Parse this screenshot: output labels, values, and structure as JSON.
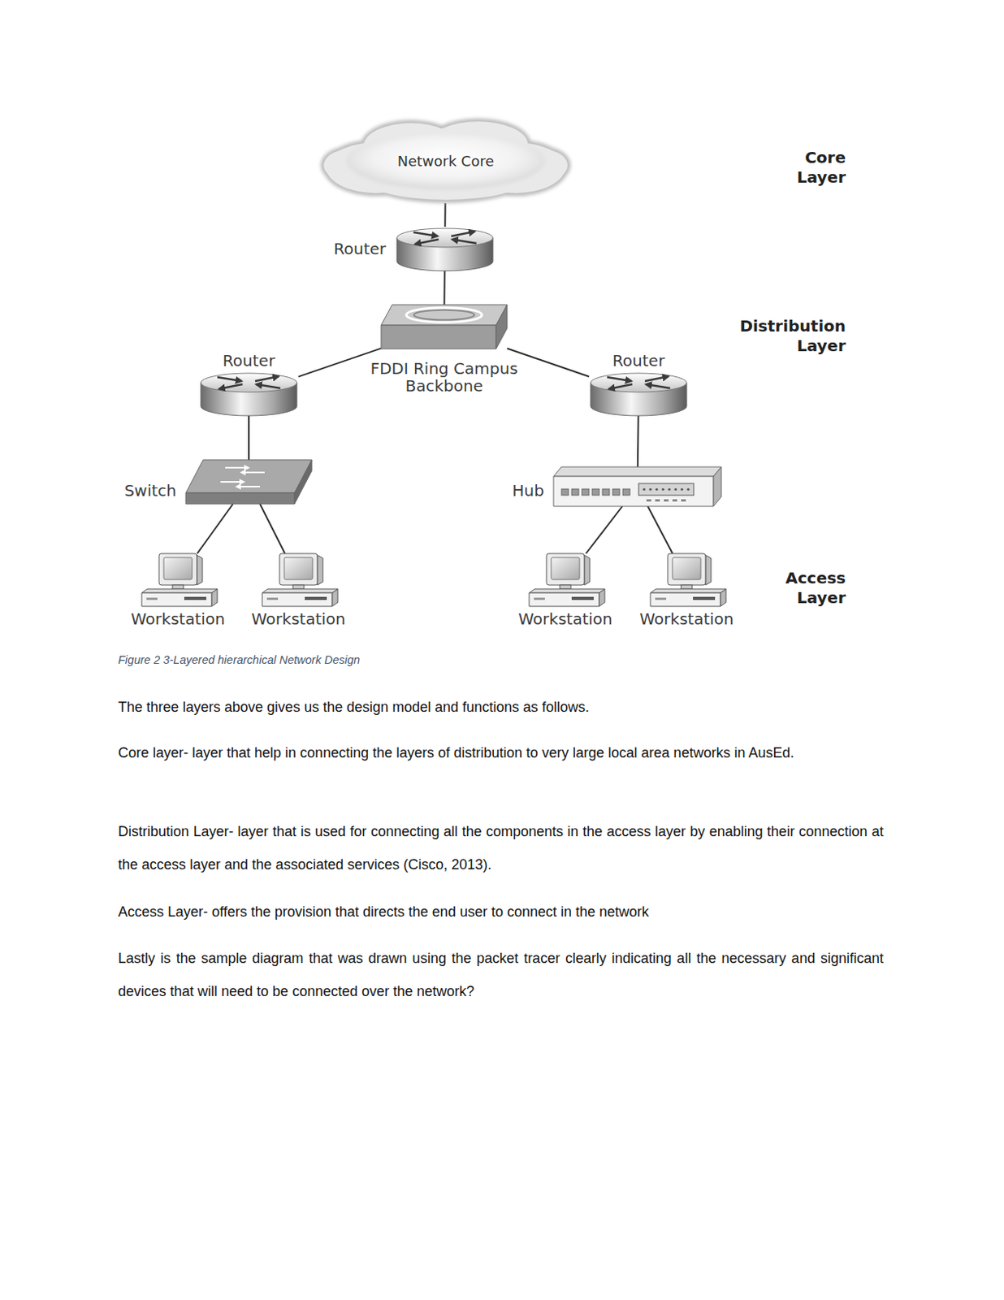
{
  "diagram": {
    "caption": "Figure 2 3-Layered hierarchical Network Design",
    "nodes": [
      {
        "text": [
          "Network Core"
        ]
      },
      {
        "text": [
          "Router"
        ]
      },
      {
        "text": [
          "FDDI Ring Campus Backbone"
        ]
      },
      {
        "text": [
          "Router"
        ]
      },
      {
        "text": [
          "Router"
        ]
      },
      {
        "text": [
          "Switch"
        ]
      },
      {
        "text": [
          "Hub"
        ]
      },
      {
        "text": [
          "Workstation"
        ]
      },
      {
        "text": [
          "Workstation"
        ]
      },
      {
        "text": [
          "Workstation"
        ]
      },
      {
        "text": [
          "Workstation"
        ]
      }
    ],
    "edges": [
      {
        "from": 0,
        "to": 1,
        "arrow": "none"
      },
      {
        "from": 1,
        "to": 2,
        "arrow": "none"
      },
      {
        "from": 2,
        "to": 3,
        "arrow": "none"
      },
      {
        "from": 2,
        "to": 4,
        "arrow": "none"
      },
      {
        "from": 3,
        "to": 5,
        "arrow": "none"
      },
      {
        "from": 4,
        "to": 6,
        "arrow": "none"
      },
      {
        "from": 5,
        "to": 7,
        "arrow": "none"
      },
      {
        "from": 5,
        "to": 8,
        "arrow": "none"
      },
      {
        "from": 6,
        "to": 9,
        "arrow": "none"
      },
      {
        "from": 6,
        "to": 10,
        "arrow": "none"
      }
    ],
    "labels": [
      "Core Layer",
      "Distribution Layer",
      "Access Layer",
      "The three layers above gives us the design model and functions as follows.",
      "Core layer- layer that help in connecting the layers of distribution to very large local area networks in AusEd.",
      "Distribution Layer- layer that is used for connecting all the components in the access layer by enabling their connection at the access layer and the associated services (Cisco, 2013).",
      "Access Layer- offers the provision that directs the end user to connect in the network",
      "Lastly is the sample diagram that was drawn using the packet tracer clearly indicating all the necessary and significant devices that will need to be connected over the network?"
    ]
  }
}
